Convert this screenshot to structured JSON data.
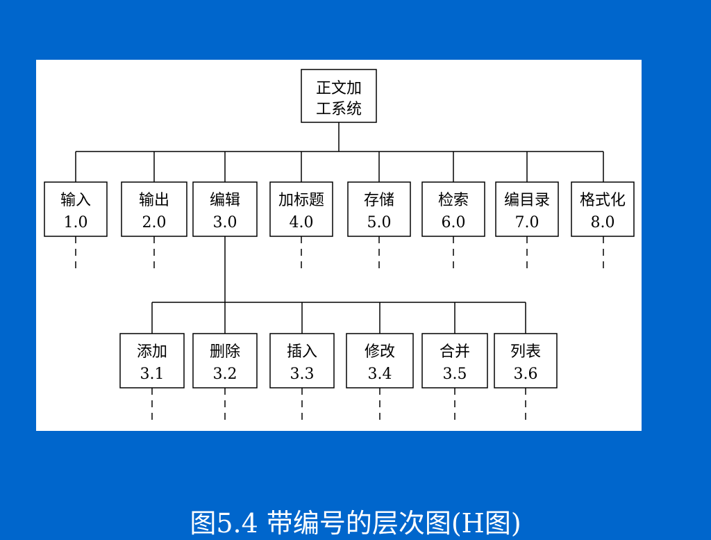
{
  "diagram": {
    "root": {
      "lines": [
        "正文加",
        "工系统"
      ]
    },
    "level1": [
      {
        "name": "输入",
        "code": "1.0"
      },
      {
        "name": "输出",
        "code": "2.0"
      },
      {
        "name": "编辑",
        "code": "3.0"
      },
      {
        "name": "加标题",
        "code": "4.0"
      },
      {
        "name": "存储",
        "code": "5.0"
      },
      {
        "name": "检索",
        "code": "6.0"
      },
      {
        "name": "编目录",
        "code": "7.0"
      },
      {
        "name": "格式化",
        "code": "8.0"
      }
    ],
    "level2": [
      {
        "name": "添加",
        "code": "3.1"
      },
      {
        "name": "删除",
        "code": "3.2"
      },
      {
        "name": "插入",
        "code": "3.3"
      },
      {
        "name": "修改",
        "code": "3.4"
      },
      {
        "name": "合并",
        "code": "3.5"
      },
      {
        "name": "列表",
        "code": "3.6"
      }
    ]
  },
  "caption": "图5.4 带编号的层次图(H图)"
}
